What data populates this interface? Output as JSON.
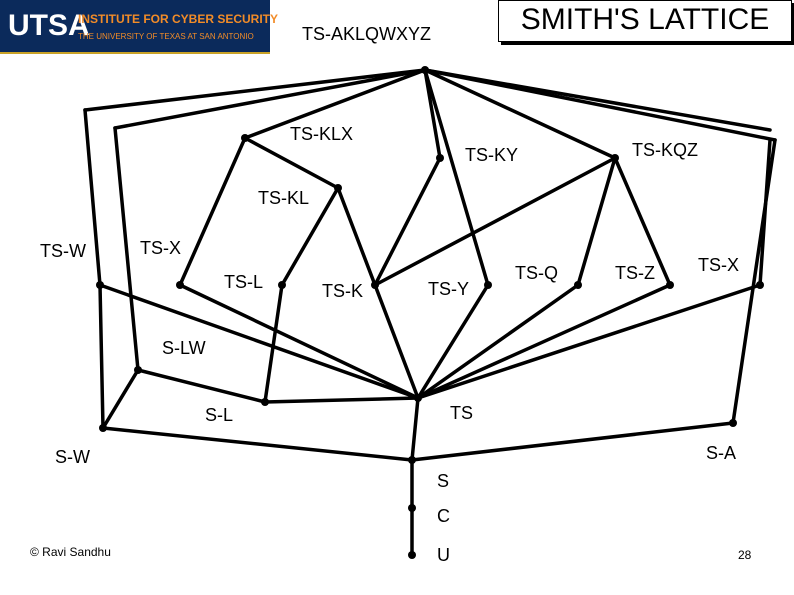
{
  "header": {
    "logo_mark": "UTSA",
    "logo_line1": "INSTITUTE FOR CYBER SECURITY",
    "logo_line2": "THE UNIVERSITY OF TEXAS AT SAN ANTONIO",
    "title": "SMITH'S LATTICE"
  },
  "lattice": {
    "labels": {
      "top": "TS-AKLQWXYZ",
      "tsklx": "TS-KLX",
      "tsky": "TS-KY",
      "tskqz": "TS-KQZ",
      "tskl": "TS-KL",
      "tsw": "TS-W",
      "tsx_left": "TS-X",
      "tsl": "TS-L",
      "tsk": "TS-K",
      "tsy": "TS-Y",
      "tsq": "TS-Q",
      "tsz": "TS-Z",
      "tsx_right": "TS-X",
      "slw": "S-LW",
      "sl": "S-L",
      "ts": "TS",
      "sw": "S-W",
      "sa": "S-A",
      "s": "S",
      "c": "C",
      "u": "U"
    }
  },
  "footer": {
    "copyright": "© Ravi  Sandhu",
    "page_number": "28"
  }
}
